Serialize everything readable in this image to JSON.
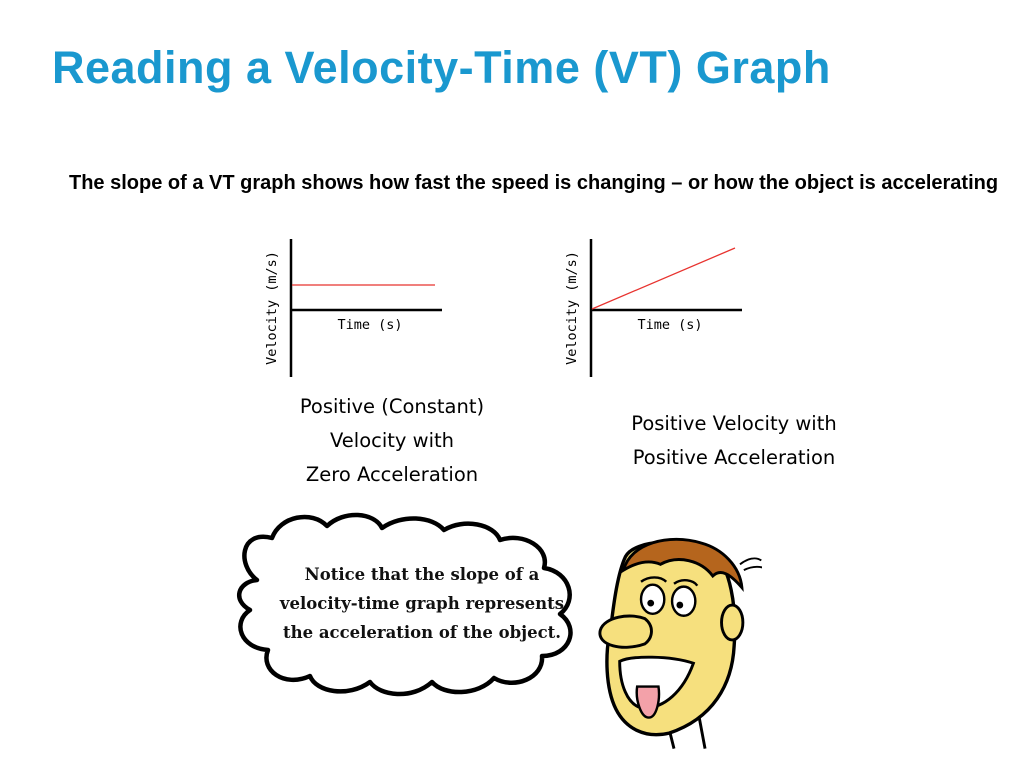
{
  "slide": {
    "title": "Reading a Velocity-Time (VT) Graph",
    "intro": "The slope of a VT graph shows how fast the speed is changing – or how the object is accelerating"
  },
  "graphs": [
    {
      "ylabel": "Velocity (m/s)",
      "xlabel": "Time (s)",
      "line_color": "#e8332f",
      "caption_lines": [
        "Positive (Constant)",
        "Velocity with",
        "Zero Acceleration"
      ]
    },
    {
      "ylabel": "Velocity (m/s)",
      "xlabel": "Time (s)",
      "line_color": "#e8332f",
      "caption_lines": [
        "Positive Velocity with",
        "Positive Acceleration"
      ]
    }
  ],
  "cartoon": {
    "bubble_lines": [
      "Notice that the slope of a",
      "velocity-time graph represents",
      "the acceleration of the object."
    ]
  },
  "colors": {
    "title": "#1a98cf",
    "graph_line": "#e8332f"
  }
}
